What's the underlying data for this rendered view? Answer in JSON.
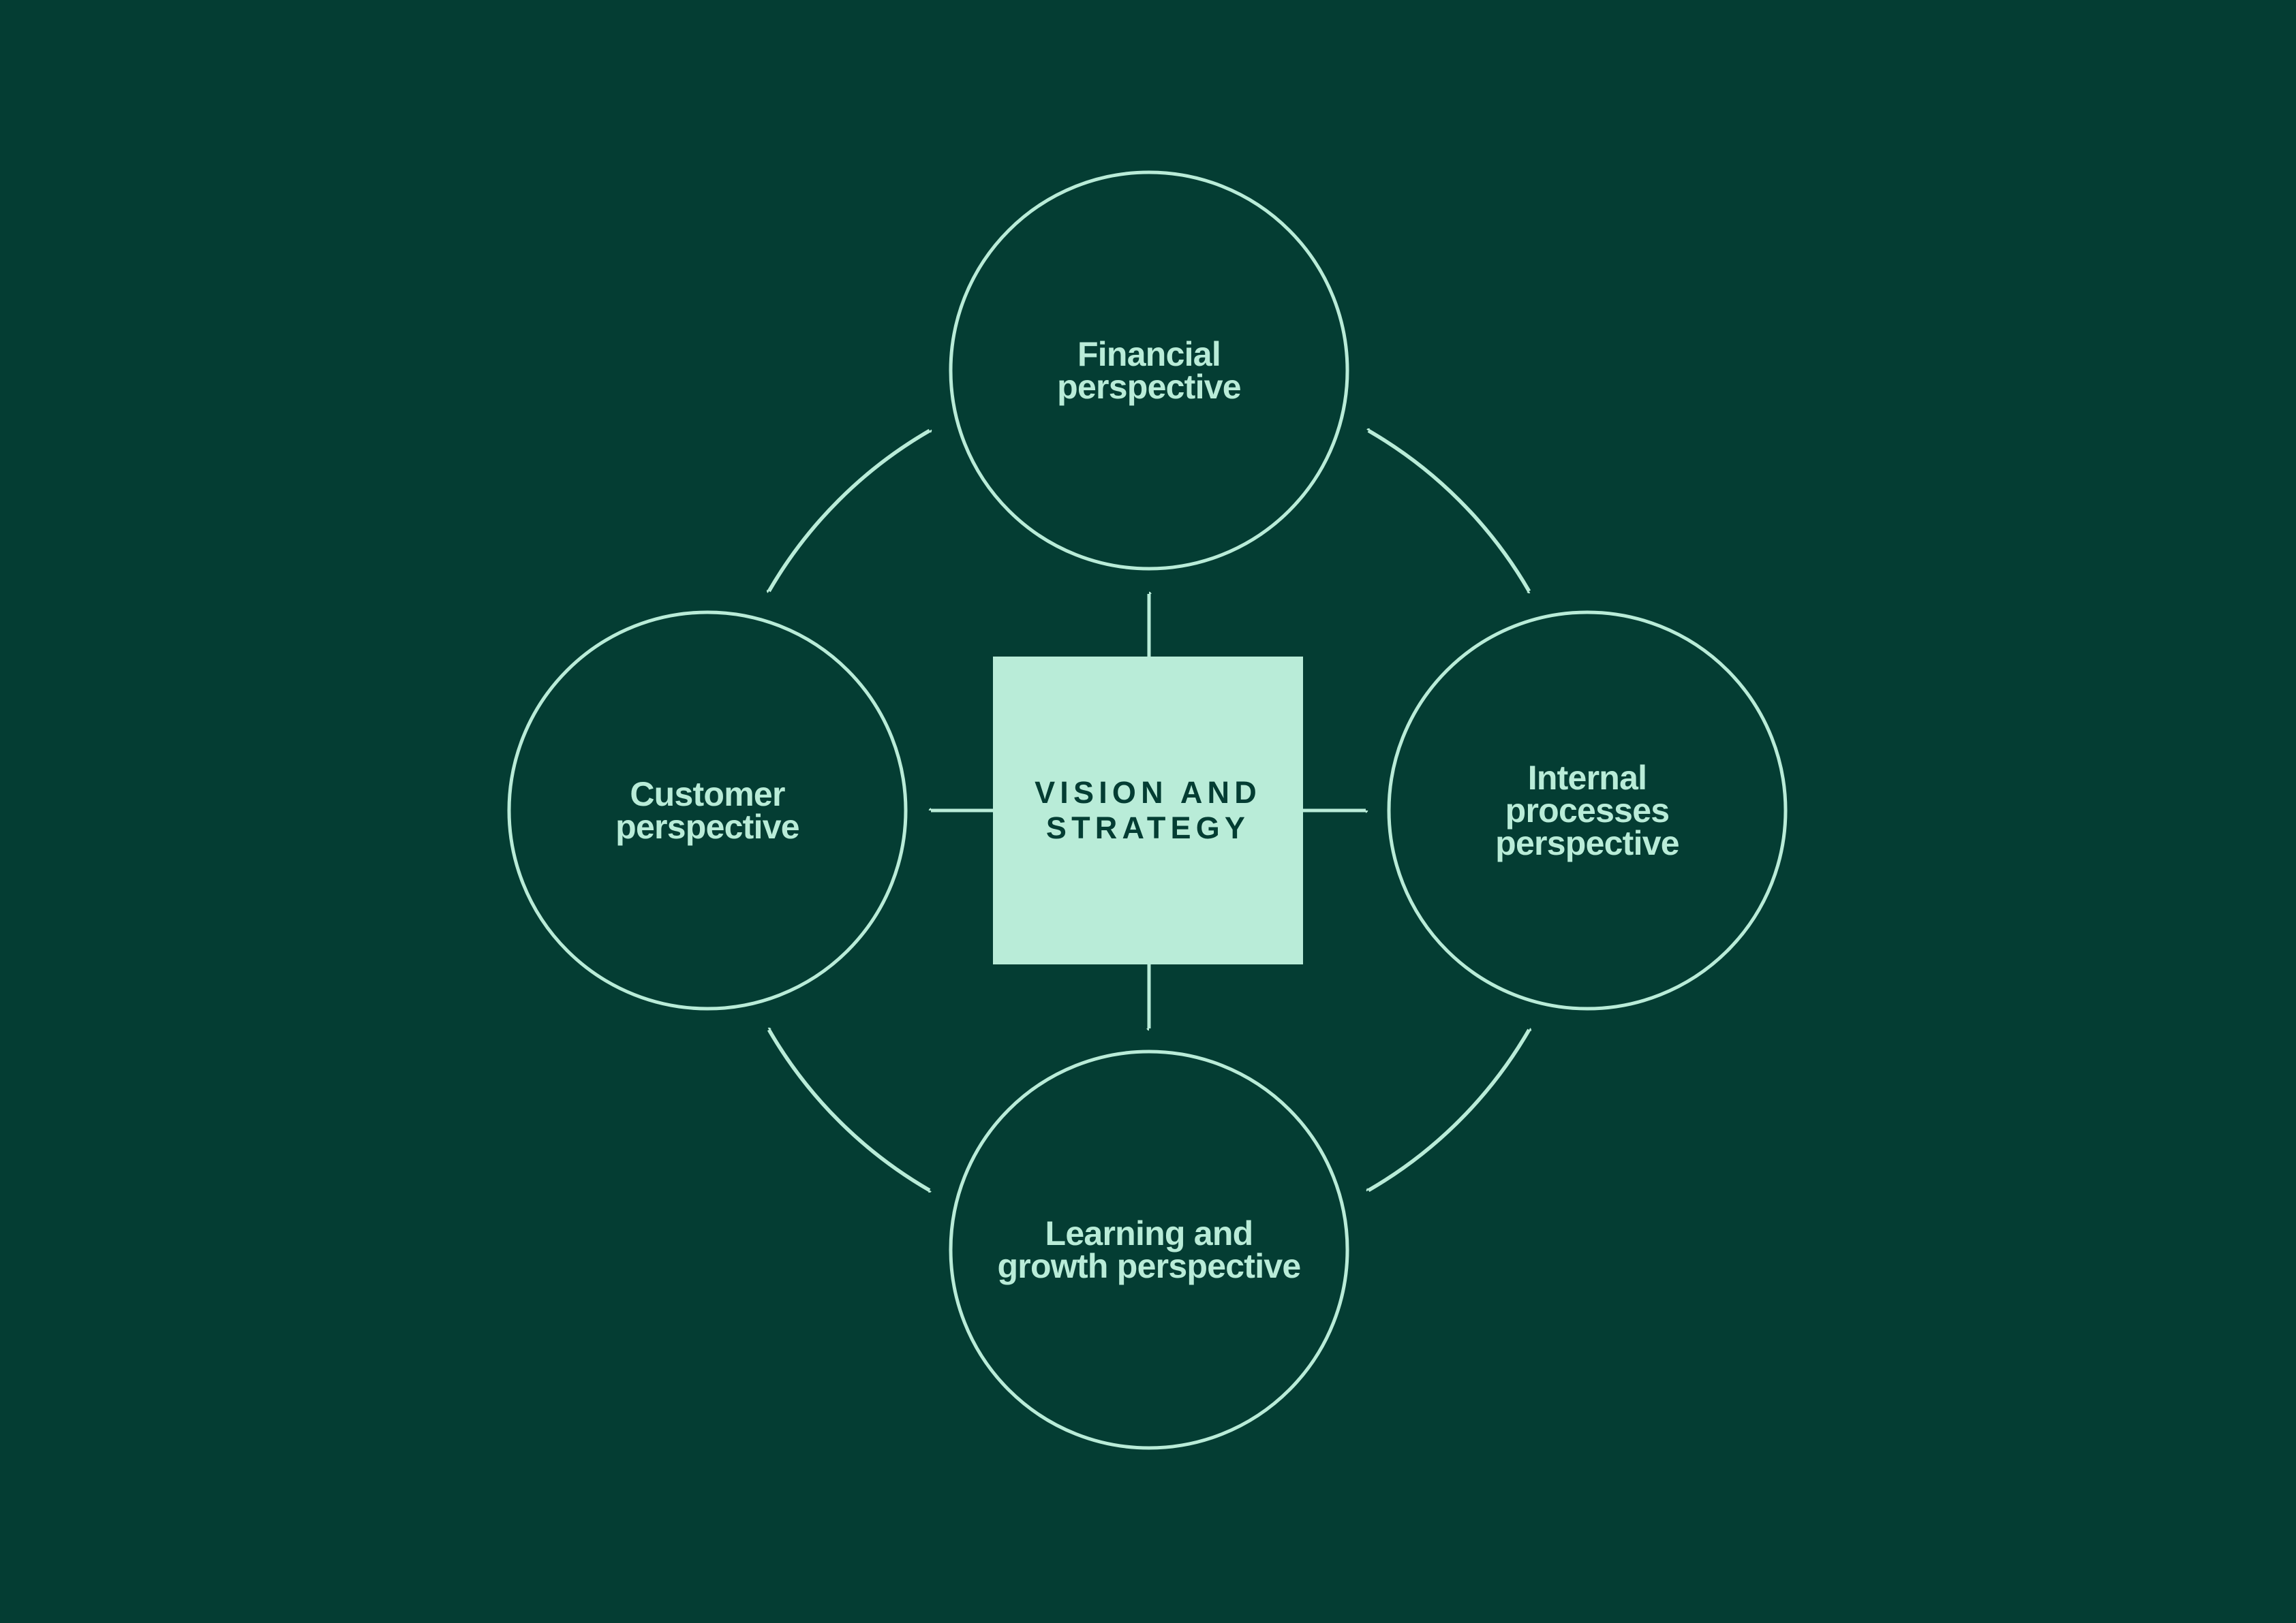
{
  "colors": {
    "background": "#043D33",
    "accent": "#B9ECD8",
    "center_text": "#043D33"
  },
  "center_box": {
    "lines": [
      "VISION AND",
      "STRATEGY"
    ]
  },
  "nodes": {
    "financial": {
      "lines": [
        "Financial",
        "perspective"
      ]
    },
    "customer": {
      "lines": [
        "Customer",
        "perspective"
      ]
    },
    "internal": {
      "lines": [
        "Internal",
        "processes",
        "perspective"
      ]
    },
    "learning": {
      "lines": [
        "Learning and",
        "growth perspective"
      ]
    }
  }
}
